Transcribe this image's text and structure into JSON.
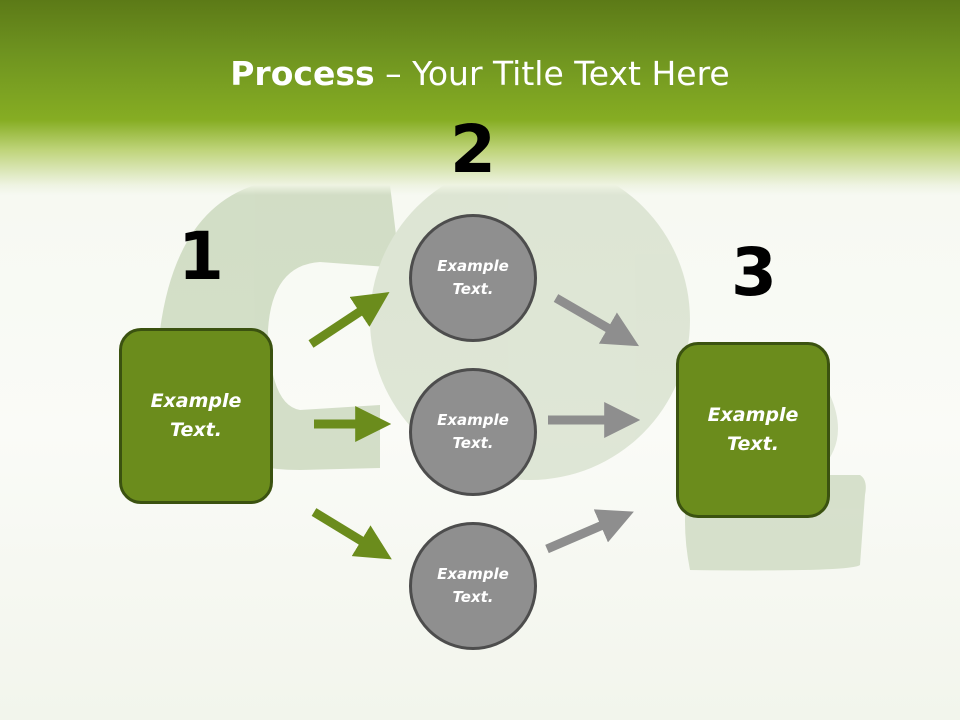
{
  "title": {
    "bold": "Process",
    "rest": " – Your Title Text Here"
  },
  "steps": [
    {
      "number": "1",
      "label": "Example\nText."
    },
    {
      "number": "2"
    },
    {
      "number": "3",
      "label": "Example\nText."
    }
  ],
  "circles": [
    {
      "label": "Example\nText."
    },
    {
      "label": "Example\nText."
    },
    {
      "label": "Example\nText."
    }
  ],
  "colors": {
    "accent": "#6b8c1c",
    "box_border": "#3b5210",
    "circle_fill": "#8f8f8f",
    "circle_border": "#4d4d4d",
    "arrow_green": "#6b8c1c",
    "arrow_gray": "#8e8e8e"
  }
}
